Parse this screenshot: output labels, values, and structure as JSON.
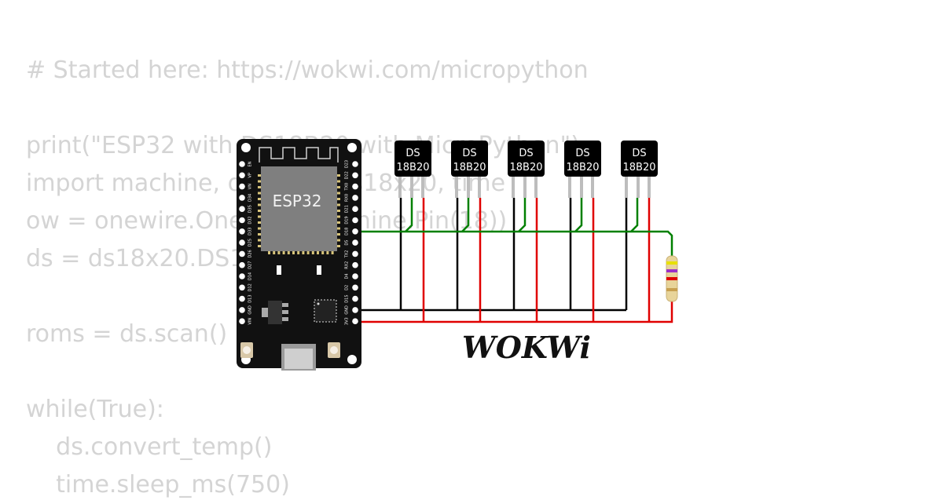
{
  "code": {
    "lines": [
      "# Started here: https://wokwi.com/micropython",
      "",
      "print(\"ESP32 with DS18B20 with MicroPython\")",
      "import machine, onewire, ds18x20, time",
      "ow = onewire.OneWire(machine.Pin(18))",
      "ds = ds18x20.DS18X20(ow)",
      "",
      "roms = ds.scan()",
      "",
      "while(True):",
      "    ds.convert_temp()",
      "    time.sleep_ms(750)"
    ]
  },
  "board": {
    "name": "ESP32",
    "left_pins": [
      "EN",
      "VP",
      "VN",
      "D34",
      "D35",
      "D32",
      "D33",
      "D25",
      "D26",
      "D27",
      "D14",
      "D12",
      "D13",
      "GND",
      "VIN"
    ],
    "right_pins": [
      "D23",
      "D22",
      "TX0",
      "RX0",
      "D21",
      "D19",
      "D18",
      "D5",
      "TX2",
      "RX2",
      "D4",
      "D2",
      "D15",
      "GND",
      "3V3"
    ]
  },
  "sensors": [
    {
      "line1": "DS",
      "line2": "18B20"
    },
    {
      "line1": "DS",
      "line2": "18B20"
    },
    {
      "line1": "DS",
      "line2": "18B20"
    },
    {
      "line1": "DS",
      "line2": "18B20"
    },
    {
      "line1": "DS",
      "line2": "18B20"
    }
  ],
  "logo": "WOKWi",
  "colors": {
    "code_text": "#d4d4d4",
    "wire_data": "#008000",
    "wire_gnd": "#000000",
    "wire_vcc": "#e00000",
    "board": "#000000",
    "chip": "#808080"
  }
}
